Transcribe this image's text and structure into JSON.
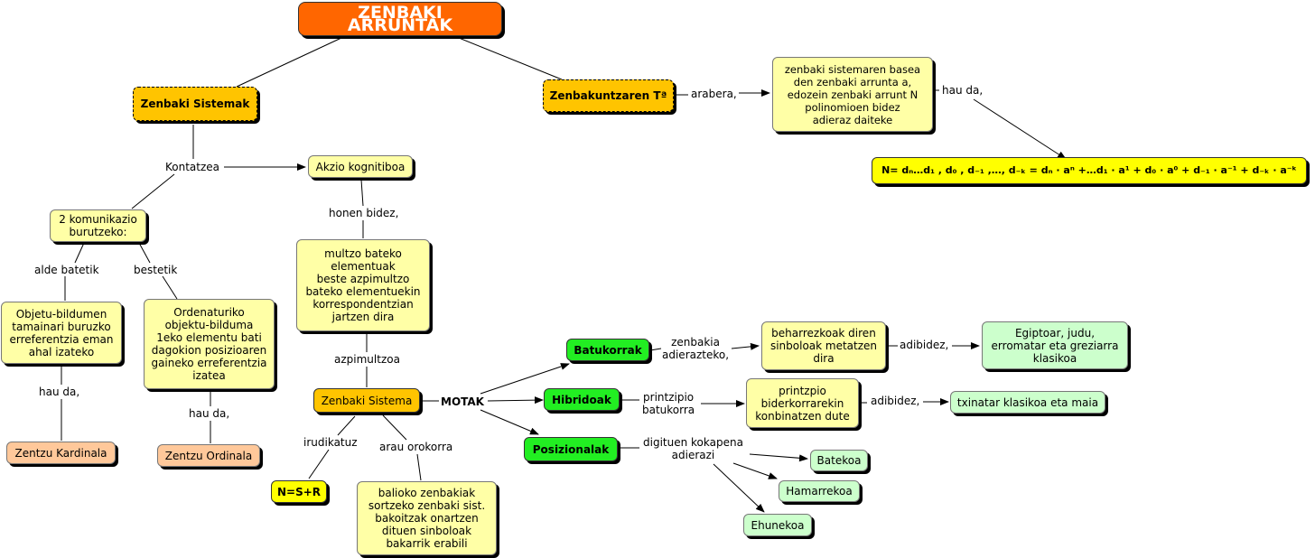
{
  "title": "ZENBAKI ARRUNTAK",
  "nodes": {
    "zenbaki_sistemak": "Zenbaki Sistemak",
    "zenbakuntzaren": "Zenbakuntzaren Tª",
    "definition": "zenbaki sistemaren basea\nden zenbaki arrunta a,\nedozein zenbaki arrunt N\npolinomioen bidez\nadieraz daiteke",
    "formula": "N= dₙ…d₁ , d₀ , d₋₁ ,…, d₋ₖ = dₙ · aⁿ +…d₁ · a¹ + d₀ · a⁰ + d₋₁ · a⁻¹ + d₋ₖ · a⁻ᵏ",
    "akzio": "Akzio kognitiboa",
    "komunikazio": "2 komunikazio\nburutzeko:",
    "multzo": "multzo bateko\nelementuak\nbeste azpimultzo\nbateko elementuekin\nkorrespondentzian\njartzen dira",
    "objetu": "Objetu-bildumen\ntamainari buruzko\nerreferentzia eman\nahal izateko",
    "ordenaturiko": "Ordenaturiko\nobjektu-bilduma\n1eko elementu bati\ndagokion posizioaren\ngaineko erreferentzia\nizatea",
    "kardinala": "Zentzu Kardinala",
    "ordinala": "Zentzu Ordinala",
    "zenbaki_sistema": "Zenbaki Sistema",
    "nsr": "N=S+R",
    "balioko": "balioko zenbakiak\nsortzeko zenbaki sist.\nbakoitzak onartzen\ndituen sinboloak\nbakarrik erabili",
    "batukorrak": "Batukorrak",
    "hibridoak": "Hibridoak",
    "posizionalak": "Posizionalak",
    "beharrezkoak": "beharrezkoak diren\nsinboloak metatzen\ndira",
    "printzipio_bider": "printzpio\nbiderkorrarekin\nkonbinatzen dute",
    "egiptoar": "Egiptoar, judu,\nerromatar eta greziarra\nklasikoa",
    "txinatar": "txinatar klasikoa eta maia",
    "batekoa": "Batekoa",
    "hamarrekoa": "Hamarrekoa",
    "ehunekoa": "Ehunekoa"
  },
  "labels": {
    "arabera": "arabera,",
    "hau_da_top": "hau da,",
    "kontatzea": "Kontatzea",
    "honen_bidez": "honen bidez,",
    "alde_batetik": "alde batetik",
    "bestetik": "bestetik",
    "hau_da_1": "hau da,",
    "hau_da_2": "hau da,",
    "azpimultzoa": "azpimultzoa",
    "irudikatuz": "irudikatuz",
    "arau_orokorra": "arau orokorra",
    "motak": "MOTAK",
    "zenbakia": "zenbakia\nadierazteko,",
    "printzipio_batu": "printzipio\nbatukorra",
    "digituen": "digituen kokapena\nadierazi",
    "adibidez_1": "adibidez,",
    "adibidez_2": "adibidez,"
  }
}
